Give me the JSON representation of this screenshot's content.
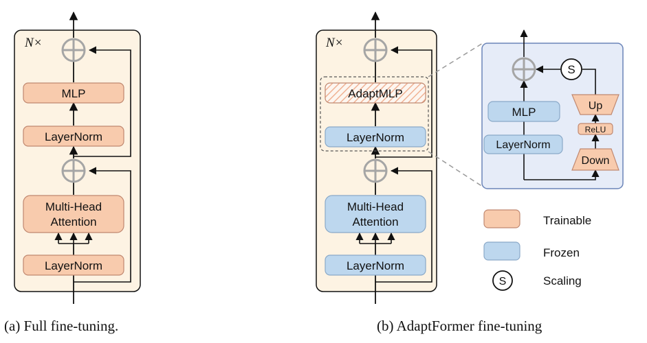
{
  "panel_a": {
    "repeat_label": "N×",
    "blocks": {
      "mlp": "MLP",
      "layernorm_top": "LayerNorm",
      "attention_line1": "Multi-Head",
      "attention_line2": "Attention",
      "layernorm_bottom": "LayerNorm"
    },
    "caption": "(a) Full fine-tuning."
  },
  "panel_b": {
    "repeat_label": "N×",
    "blocks": {
      "adaptmlp": "AdaptMLP",
      "layernorm_top": "LayerNorm",
      "attention_line1": "Multi-Head",
      "attention_line2": "Attention",
      "layernorm_bottom": "LayerNorm"
    },
    "caption": "(b) AdaptFormer fine-tuning"
  },
  "detail": {
    "mlp": "MLP",
    "layernorm": "LayerNorm",
    "up": "Up",
    "relu": "ReLU",
    "down": "Down",
    "scale_symbol": "S"
  },
  "legend": {
    "trainable": "Trainable",
    "frozen": "Frozen",
    "scaling_symbol": "S",
    "scaling": "Scaling"
  },
  "colors": {
    "trainable": "#f8cbad",
    "trainable_border": "#c08870",
    "frozen": "#bdd7ee",
    "frozen_border": "#8aa9c8",
    "panel_bg": "#fdf3e3",
    "detail_bg": "#e6ecf8",
    "detail_border": "#6a84b8"
  }
}
